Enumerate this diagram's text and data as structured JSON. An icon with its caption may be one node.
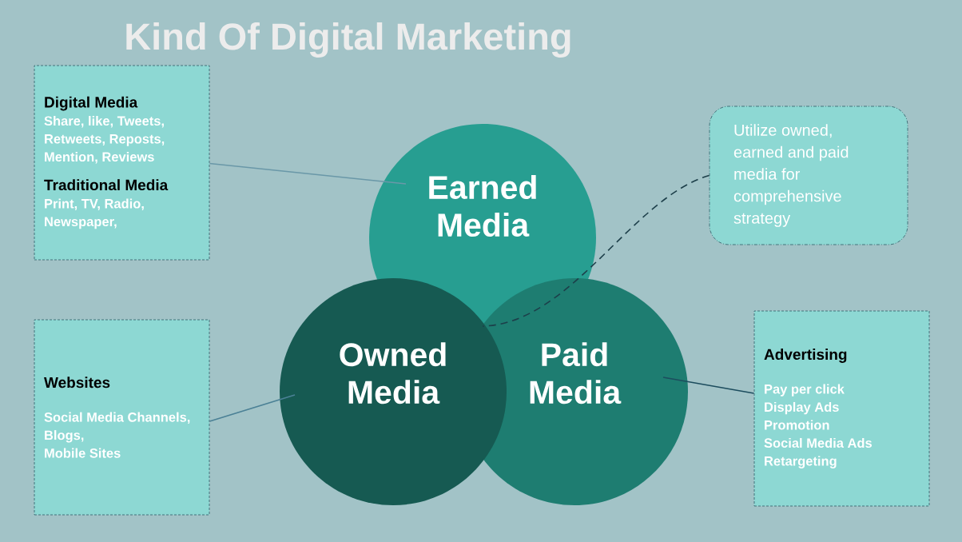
{
  "diagram": {
    "title": "Kind Of Digital Marketing",
    "nodes": [
      {
        "text": [
          "Digital Media",
          "Share, like, Tweets, Retweets, Reposts, Mention, Reviews",
          "Traditional Media",
          "Print, TV, Radio, Newspaper,"
        ]
      },
      {
        "text": [
          "Earned Media"
        ]
      },
      {
        "text": [
          "Utilize owned, earned and paid media for comprehensive strategy"
        ]
      },
      {
        "text": [
          "Owned Media"
        ]
      },
      {
        "text": [
          "Paid Media"
        ]
      },
      {
        "text": [
          "Websites",
          "Social Media Channels,",
          "Blogs,",
          "Mobile Sites"
        ]
      },
      {
        "text": [
          "Advertising",
          "Pay per click",
          "Display Ads",
          "Promotion",
          "Social Media Ads",
          "Retargeting"
        ]
      }
    ],
    "edges": [
      {
        "from": 0,
        "to": 1,
        "arrow": "none",
        "color": "#6a98a8"
      },
      {
        "from": 2,
        "to": 4,
        "arrow": "none",
        "style": "dashed",
        "color": "#1d3f4a"
      },
      {
        "from": 5,
        "to": 3,
        "arrow": "none",
        "color": "#4b8196"
      },
      {
        "from": 6,
        "to": 4,
        "arrow": "none",
        "color": "#1d4d5e"
      }
    ]
  }
}
